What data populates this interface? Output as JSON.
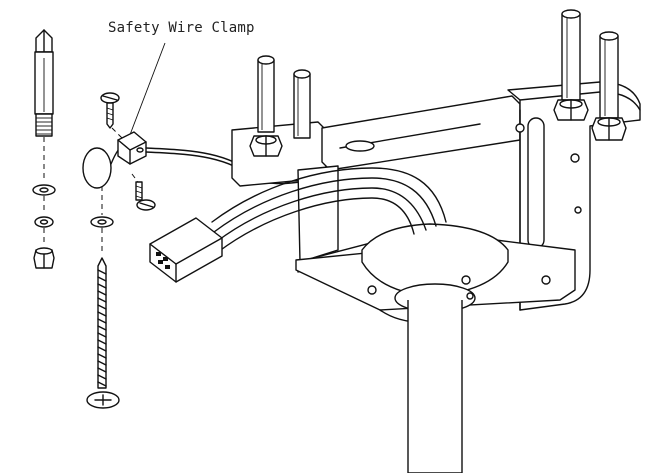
{
  "diagram": {
    "callout": {
      "label": "Safety Wire Clamp"
    },
    "parts": [
      {
        "name": "toggle-anchor"
      },
      {
        "name": "flat-washer"
      },
      {
        "name": "lock-washer"
      },
      {
        "name": "hex-nut"
      },
      {
        "name": "clamp-screw"
      },
      {
        "name": "safety-wire-clamp"
      },
      {
        "name": "wood-screw"
      },
      {
        "name": "mounting-bracket"
      },
      {
        "name": "wire-connector"
      },
      {
        "name": "downrod"
      }
    ]
  }
}
